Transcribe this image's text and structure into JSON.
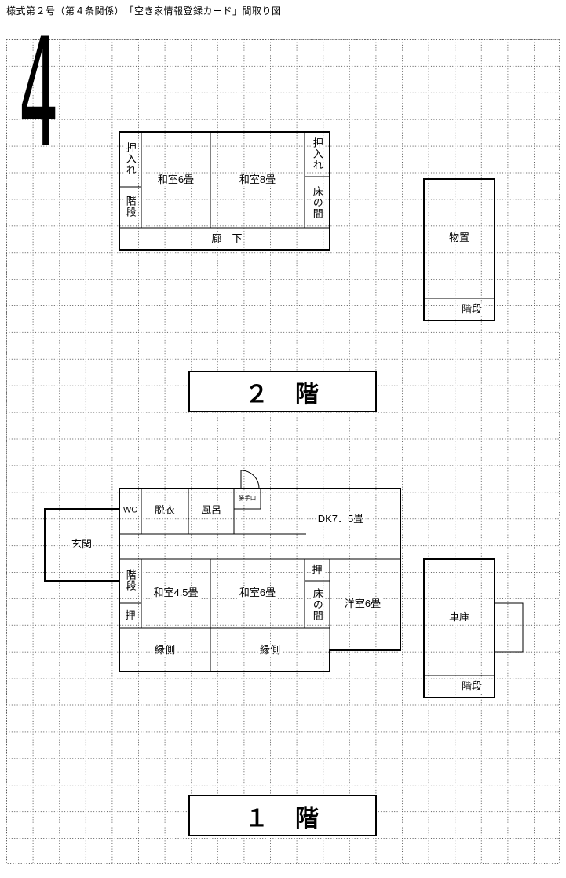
{
  "title": "様式第２号（第４条関係）　「空き家情報登録カード」間取り図",
  "figure_number": "4",
  "colors": {
    "wall": "#000000",
    "grid_dot": "#555555"
  },
  "floor2": {
    "label": "２　階",
    "oshiire_left": "押入れ",
    "kaidan": "階段",
    "washitsu6": "和室6畳",
    "washitsu8": "和室8畳",
    "oshiire_right": "押入れ",
    "tokonoma": "床の間",
    "rouka": "廊　下",
    "monooki": "物置",
    "monooki_kaidan": "階段"
  },
  "floor1": {
    "label": "１　階",
    "wc": "WC",
    "datsui": "脱衣",
    "furo": "風呂",
    "katteguchi": "勝手口",
    "dk": "DK7．5畳",
    "genkan": "玄関",
    "kaidan": "階段",
    "oshi_left": "押",
    "washitsu45": "和室4.5畳",
    "washitsu6": "和室6畳",
    "oshi_right": "押",
    "tokonoma": "床の間",
    "youshitsu6": "洋室6畳",
    "engawa_left": "縁側",
    "engawa_right": "縁側",
    "shako": "車庫",
    "shako_kaidan": "階段"
  }
}
